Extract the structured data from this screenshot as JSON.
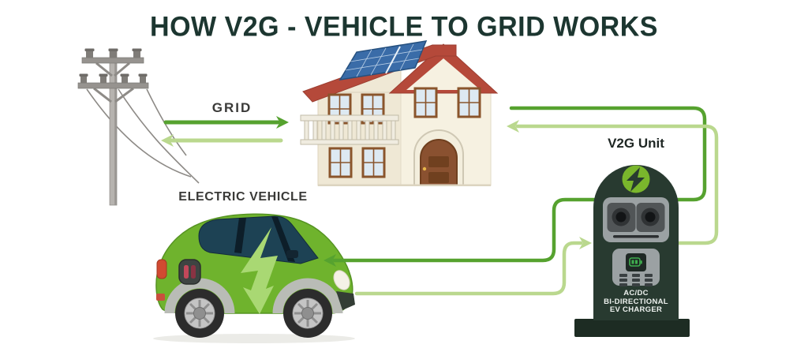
{
  "title": "HOW V2G - VEHICLE TO GRID WORKS",
  "labels": {
    "grid": "GRID",
    "electric_vehicle": "ELECTRIC VEHICLE",
    "v2g_unit": "V2G Unit",
    "charger_line1": "AC/DC",
    "charger_line2": "BI-DIRECTIONAL",
    "charger_line3": "EV CHARGER"
  },
  "colors": {
    "flow_charge": "#56a22f",
    "flow_discharge": "#bad88e",
    "title_text": "#1c3630",
    "label_text": "#3a3a38",
    "roof_red": "#b5493a",
    "wall_cream": "#efe8d5",
    "solar_blue": "#3a6ca8",
    "car_green": "#6fb32d",
    "bolt_green": "#a9d873",
    "v2g_body_green": "#283a30",
    "v2g_badge_green": "#7ab62c",
    "panel_gray": "#9ba1a3"
  },
  "diagram": {
    "nodes": [
      {
        "id": "grid",
        "label": "GRID",
        "type": "utility-pole"
      },
      {
        "id": "house",
        "label": "",
        "type": "house-with-solar-panels"
      },
      {
        "id": "ev",
        "label": "ELECTRIC VEHICLE",
        "type": "electric-car"
      },
      {
        "id": "v2g",
        "label": "V2G Unit",
        "type": "ac-dc-bidirectional-ev-charger"
      }
    ],
    "flows": [
      {
        "from": "grid",
        "to": "house",
        "style": "charge-dark-green"
      },
      {
        "from": "house",
        "to": "grid",
        "style": "discharge-light-green"
      },
      {
        "from": "house",
        "via": "v2g",
        "to": "ev",
        "style": "charge-dark-green"
      },
      {
        "from": "ev",
        "via": "v2g",
        "to": "house",
        "style": "discharge-light-green"
      }
    ]
  }
}
